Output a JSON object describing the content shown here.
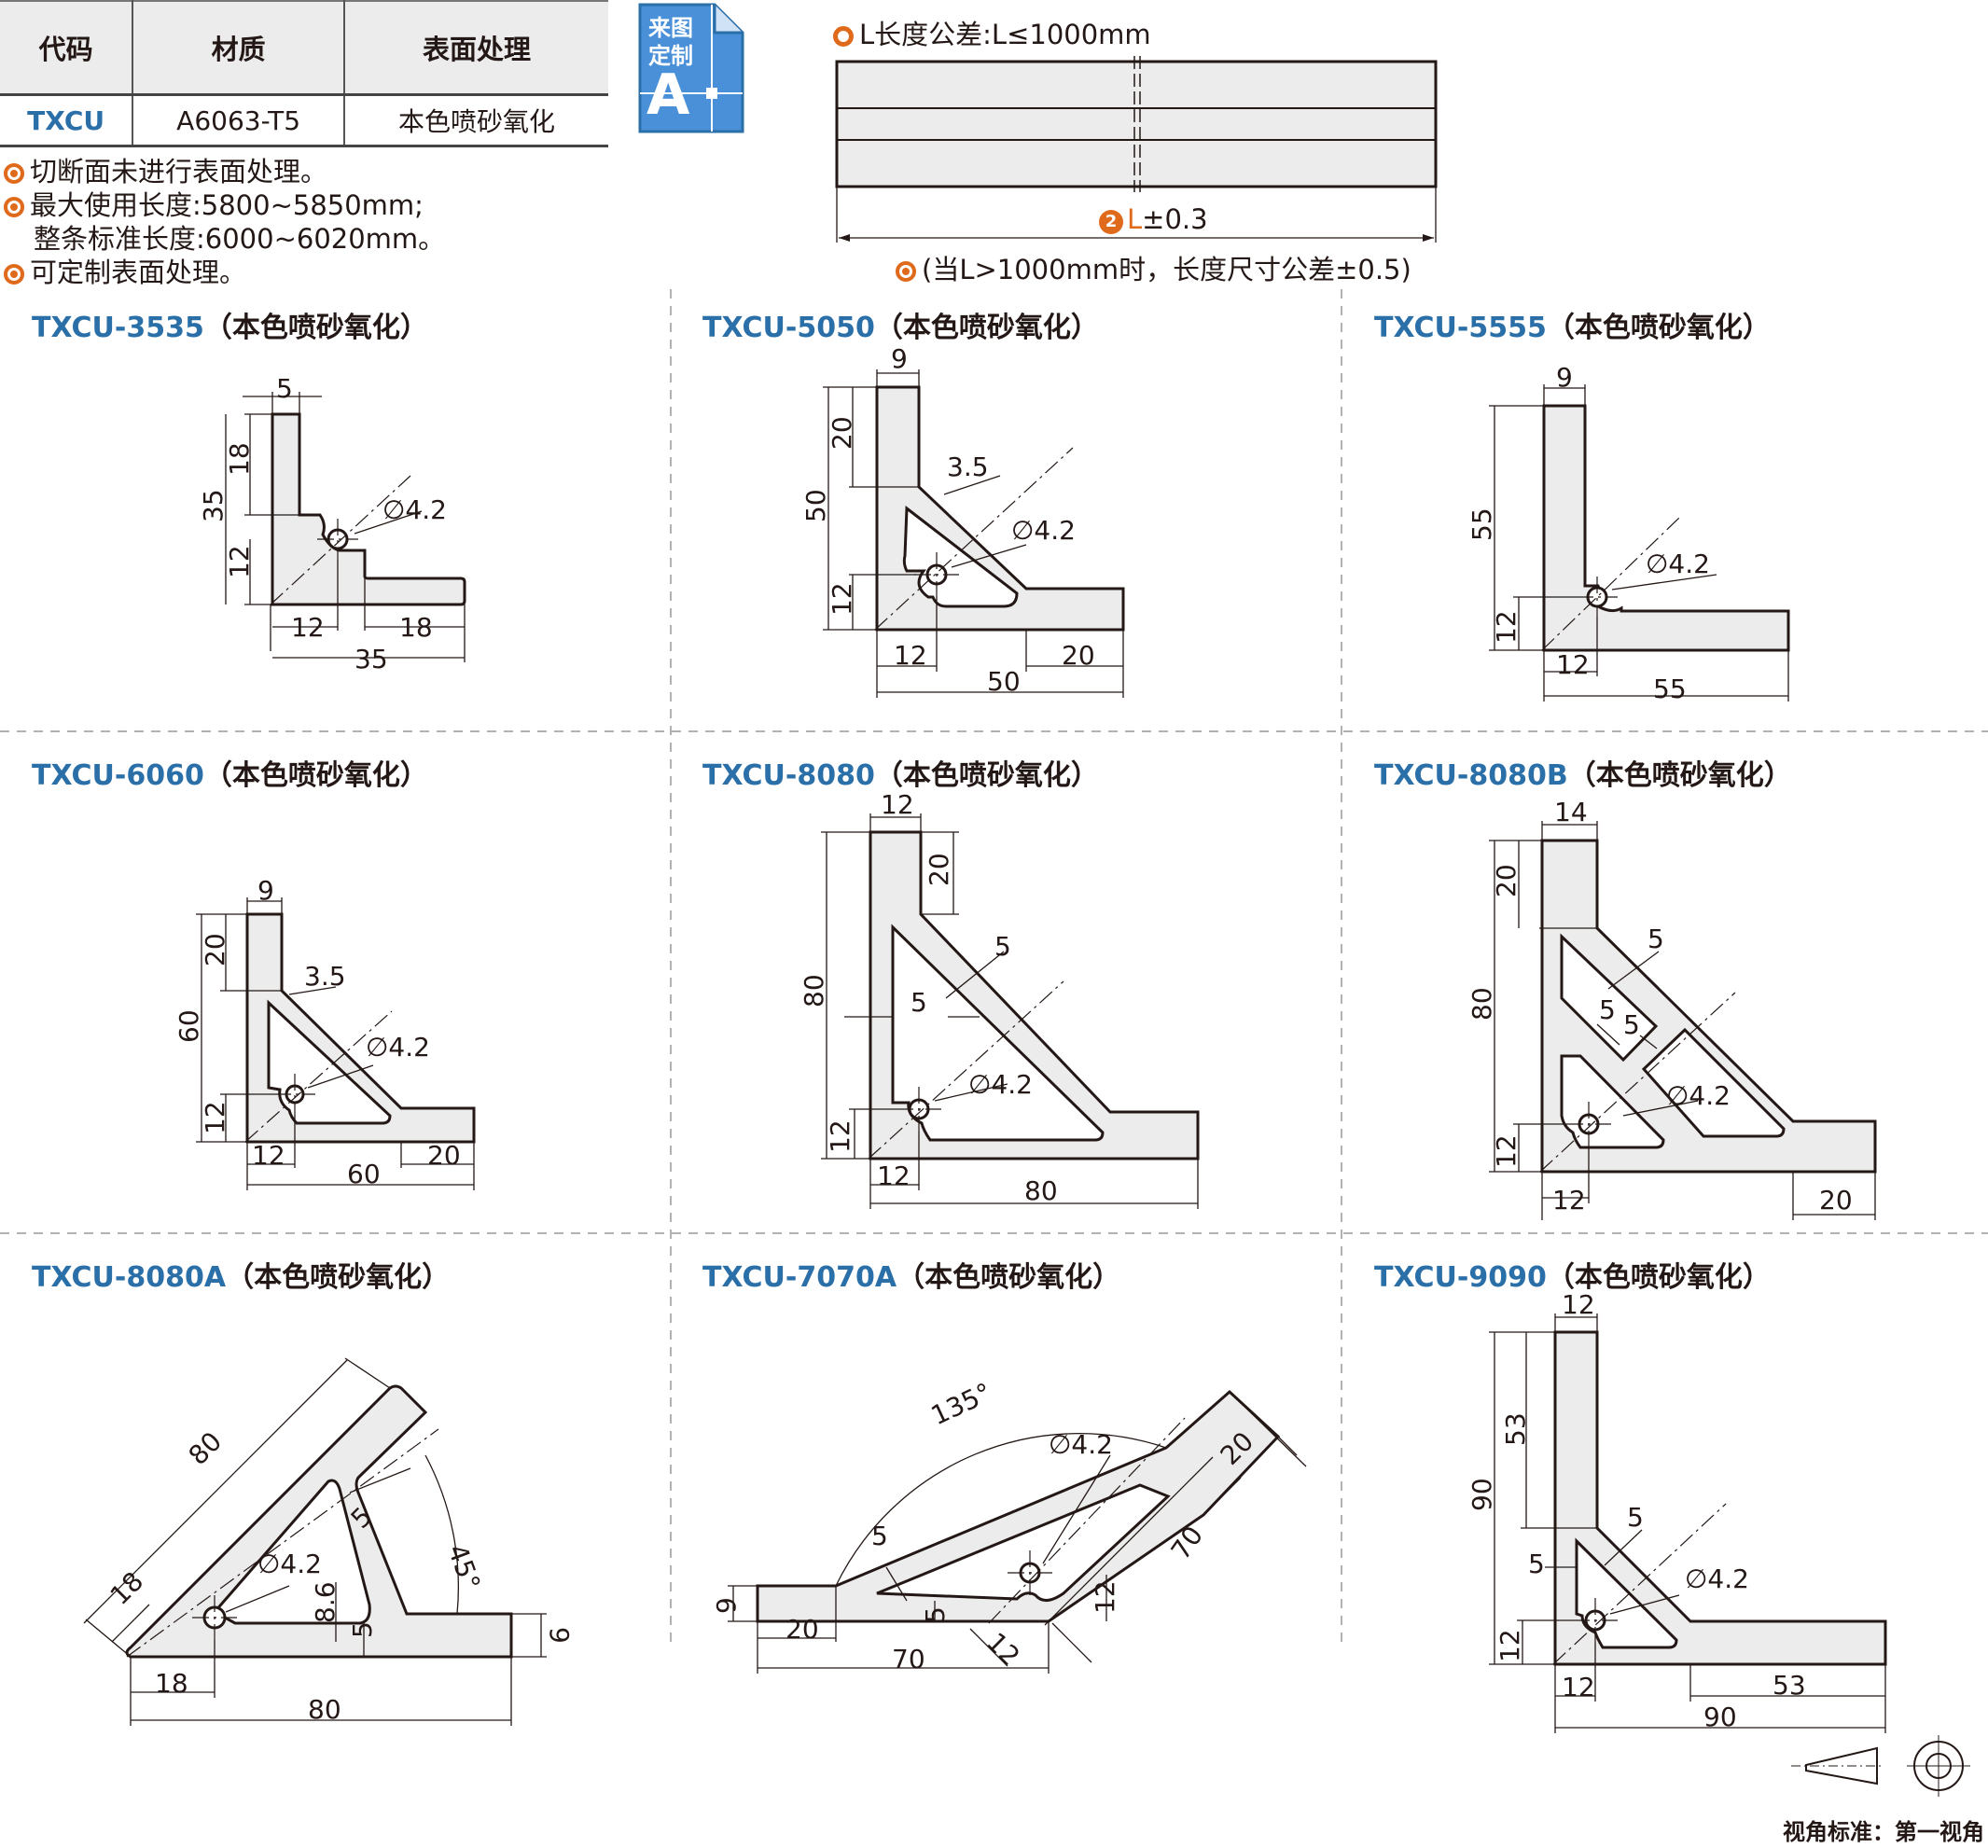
{
  "spec_table": {
    "headers": [
      "代码",
      "材质",
      "表面处理"
    ],
    "row": {
      "code": "TXCU",
      "material": "A6063-T5",
      "surface": "本色喷砂氧化"
    }
  },
  "custom_badge": {
    "line1": "来图",
    "line2": "定制",
    "letter": "A"
  },
  "notes": [
    "切断面未进行表面处理。",
    "最大使用长度:5800~5850mm;",
    "整条标准长度:6000~6020mm。",
    "可定制表面处理。"
  ],
  "length_tolerance": {
    "top": "L长度公差:L≤1000mm",
    "marker": "2",
    "dim_L": "L",
    "dim_tol": "±0.3",
    "bottom": "(当L>1000mm时，长度尺寸公差±0.5)"
  },
  "suffix": "（本色喷砂氧化）",
  "products": [
    {
      "code": "TXCU-3535",
      "dims": [
        "5",
        "18",
        "35",
        "12",
        "∅4.2",
        "12",
        "18",
        "35"
      ]
    },
    {
      "code": "TXCU-5050",
      "dims": [
        "9",
        "20",
        "3.5",
        "50",
        "∅4.2",
        "12",
        "12",
        "20",
        "50"
      ]
    },
    {
      "code": "TXCU-5555",
      "dims": [
        "9",
        "55",
        "∅4.2",
        "12",
        "12",
        "55"
      ]
    },
    {
      "code": "TXCU-6060",
      "dims": [
        "9",
        "20",
        "3.5",
        "60",
        "∅4.2",
        "12",
        "12",
        "60",
        "20"
      ]
    },
    {
      "code": "TXCU-8080",
      "dims": [
        "12",
        "20",
        "5",
        "80",
        "5",
        "∅4.2",
        "12",
        "12",
        "80"
      ]
    },
    {
      "code": "TXCU-8080B",
      "dims": [
        "14",
        "20",
        "5",
        "80",
        "5",
        "5",
        "∅4.2",
        "12",
        "12",
        "20"
      ]
    },
    {
      "code": "TXCU-8080A",
      "dims": [
        "80",
        "18",
        "5",
        "∅4.2",
        "8.6",
        "5",
        "45°",
        "9",
        "18",
        "80"
      ]
    },
    {
      "code": "TXCU-7070A",
      "dims": [
        "135°",
        "∅4.2",
        "20",
        "5",
        "9",
        "5",
        "12",
        "70",
        "12",
        "20",
        "70"
      ]
    },
    {
      "code": "TXCU-9090",
      "dims": [
        "12",
        "53",
        "90",
        "5",
        "5",
        "∅4.2",
        "12",
        "12",
        "53",
        "90"
      ]
    }
  ],
  "projection_label": "视角标准：第一视角",
  "colors": {
    "accent_orange": "#e06a1b",
    "code_blue": "#2a6fa8",
    "badge_blue": "#4a90d9",
    "profile_fill": "#ececec"
  }
}
